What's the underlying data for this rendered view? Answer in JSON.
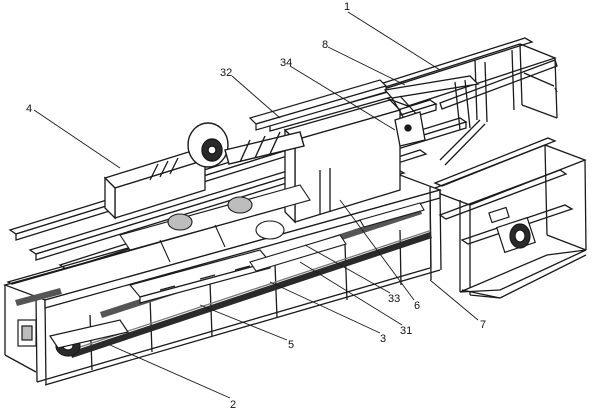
{
  "figure": {
    "callouts": [
      {
        "id": "c1",
        "label": "1"
      },
      {
        "id": "c8",
        "label": "8"
      },
      {
        "id": "c32",
        "label": "32"
      },
      {
        "id": "c34",
        "label": "34"
      },
      {
        "id": "c4",
        "label": "4"
      },
      {
        "id": "c33",
        "label": "33"
      },
      {
        "id": "c6",
        "label": "6"
      },
      {
        "id": "c31",
        "label": "31"
      },
      {
        "id": "c3",
        "label": "3"
      },
      {
        "id": "c7",
        "label": "7"
      },
      {
        "id": "c5",
        "label": "5"
      },
      {
        "id": "c2",
        "label": "2"
      }
    ],
    "colors": {
      "line": "#1a1a1a",
      "fill": "#ffffff",
      "dark": "#2a2a2a",
      "shade": "#bdbdbd"
    }
  }
}
